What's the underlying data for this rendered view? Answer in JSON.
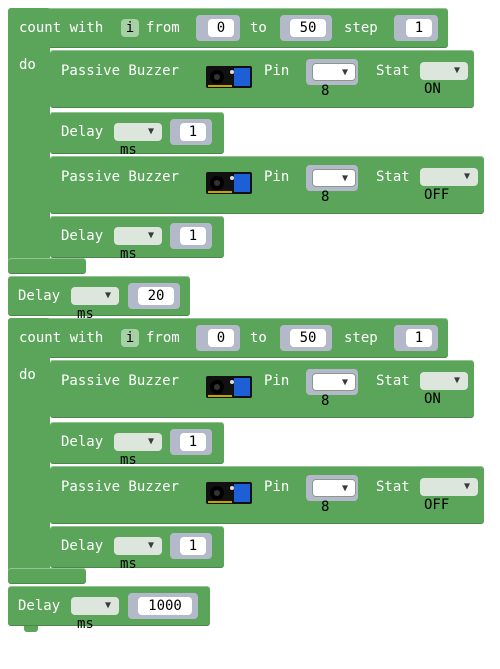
{
  "loops": [
    {
      "count_label": "count with",
      "var_name": "i",
      "from_label": "from",
      "from_value": "0",
      "to_label": "to",
      "to_value": "50",
      "step_label": "step",
      "step_value": "1",
      "do_label": "do",
      "body": [
        {
          "kind": "buzzer",
          "label": "Passive Buzzer",
          "pin_label": "Pin",
          "pin_value": "8",
          "stat_label": "Stat",
          "stat_value": "ON"
        },
        {
          "kind": "delay",
          "label": "Delay",
          "unit": "ms",
          "value": "1"
        },
        {
          "kind": "buzzer",
          "label": "Passive Buzzer",
          "pin_label": "Pin",
          "pin_value": "8",
          "stat_label": "Stat",
          "stat_value": "OFF"
        },
        {
          "kind": "delay",
          "label": "Delay",
          "unit": "ms",
          "value": "1"
        }
      ]
    },
    {
      "count_label": "count with",
      "var_name": "i",
      "from_label": "from",
      "from_value": "0",
      "to_label": "to",
      "to_value": "50",
      "step_label": "step",
      "step_value": "1",
      "do_label": "do",
      "body": [
        {
          "kind": "buzzer",
          "label": "Passive Buzzer",
          "pin_label": "Pin",
          "pin_value": "8",
          "stat_label": "Stat",
          "stat_value": "ON"
        },
        {
          "kind": "delay",
          "label": "Delay",
          "unit": "ms",
          "value": "1"
        },
        {
          "kind": "buzzer",
          "label": "Passive Buzzer",
          "pin_label": "Pin",
          "pin_value": "8",
          "stat_label": "Stat",
          "stat_value": "OFF"
        },
        {
          "kind": "delay",
          "label": "Delay",
          "unit": "ms",
          "value": "1"
        }
      ]
    }
  ],
  "after_delays": [
    {
      "label": "Delay",
      "unit": "ms",
      "value": "20"
    },
    {
      "label": "Delay",
      "unit": "ms",
      "value": "1000"
    }
  ],
  "colors": {
    "block_green": "#5ba55b",
    "field_white": "#ffffff",
    "socket_gray": "#b3b9c9",
    "dropdown_light": "#dde6dd"
  },
  "icons": {
    "buzzer_module": "buzzer-module-icon",
    "dropdown": "▼"
  }
}
